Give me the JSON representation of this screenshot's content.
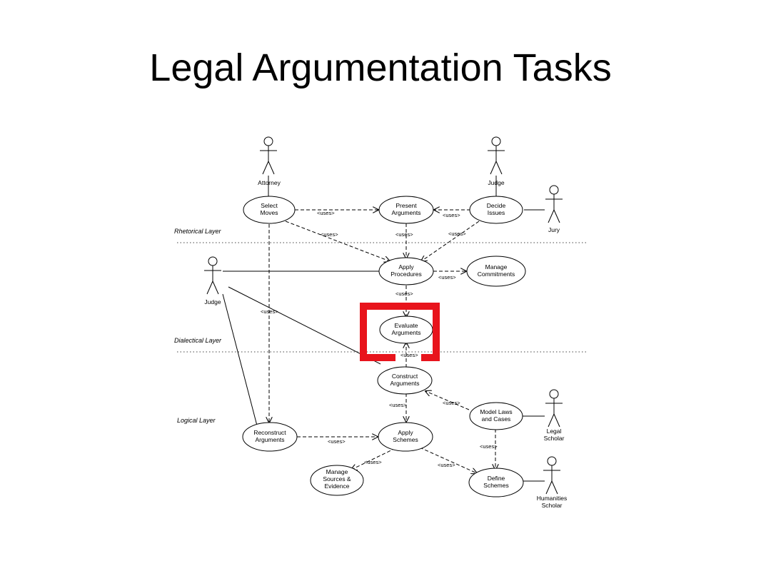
{
  "slide": {
    "title": "Legal Argumentation Tasks"
  },
  "diagram": {
    "layers": {
      "rhetorical": "Rhetorical Layer",
      "dialectical": "Dialectical Layer",
      "logical": "Logical Layer"
    },
    "actors": {
      "attorney": "Attorney",
      "judge_top": "Judge",
      "jury": "Jury",
      "judge_left": "Judge",
      "legal_scholar": [
        "Legal",
        "Scholar"
      ],
      "humanities_scholar": [
        "Humanities",
        "Scholar"
      ]
    },
    "use_cases": {
      "select_moves": [
        "Select",
        "Moves"
      ],
      "present_arguments": [
        "Present",
        "Arguments"
      ],
      "decide_issues": [
        "Decide",
        "Issues"
      ],
      "apply_procedures": [
        "Apply",
        "Procedures"
      ],
      "manage_commitments": [
        "Manage",
        "Commitments"
      ],
      "evaluate_arguments": [
        "Evaluate",
        "Arguments"
      ],
      "construct_arguments": [
        "Construct",
        "Arguments"
      ],
      "model_laws": [
        "Model Laws",
        "and Cases"
      ],
      "reconstruct_arguments": [
        "Reconstruct",
        "Arguments"
      ],
      "apply_schemes": [
        "Apply",
        "Schemes"
      ],
      "manage_sources": [
        "Manage",
        "Sources &",
        "Evidence"
      ],
      "define_schemes": [
        "Define",
        "Schemes"
      ]
    },
    "uses_label": "<uses>",
    "highlight_color": "#e8141c"
  }
}
